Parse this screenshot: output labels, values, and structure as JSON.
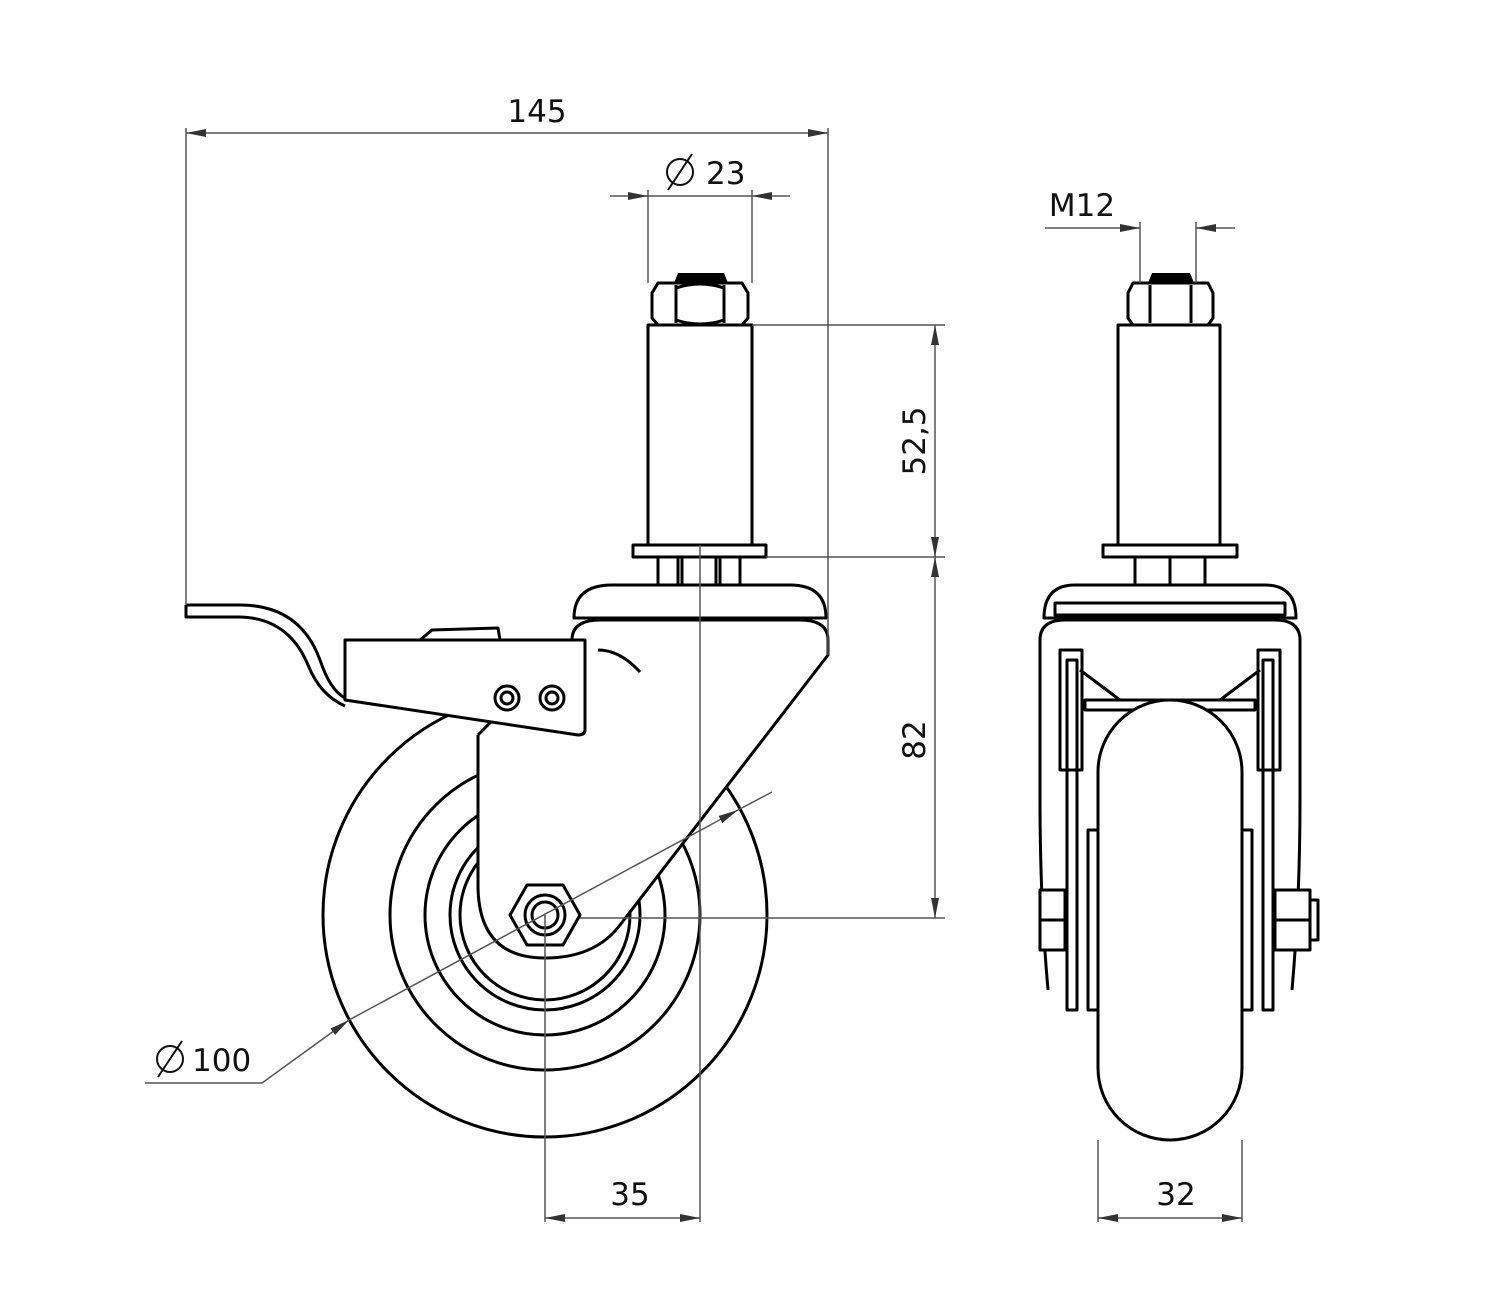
{
  "drawing": {
    "dimensions": {
      "overall_width": "145",
      "stem_diameter": "23",
      "thread": "M12",
      "stem_height": "52,5",
      "swivel_height": "82",
      "wheel_diameter": "100",
      "offset": "35",
      "wheel_width": "32"
    },
    "diameter_symbol": "∅"
  }
}
